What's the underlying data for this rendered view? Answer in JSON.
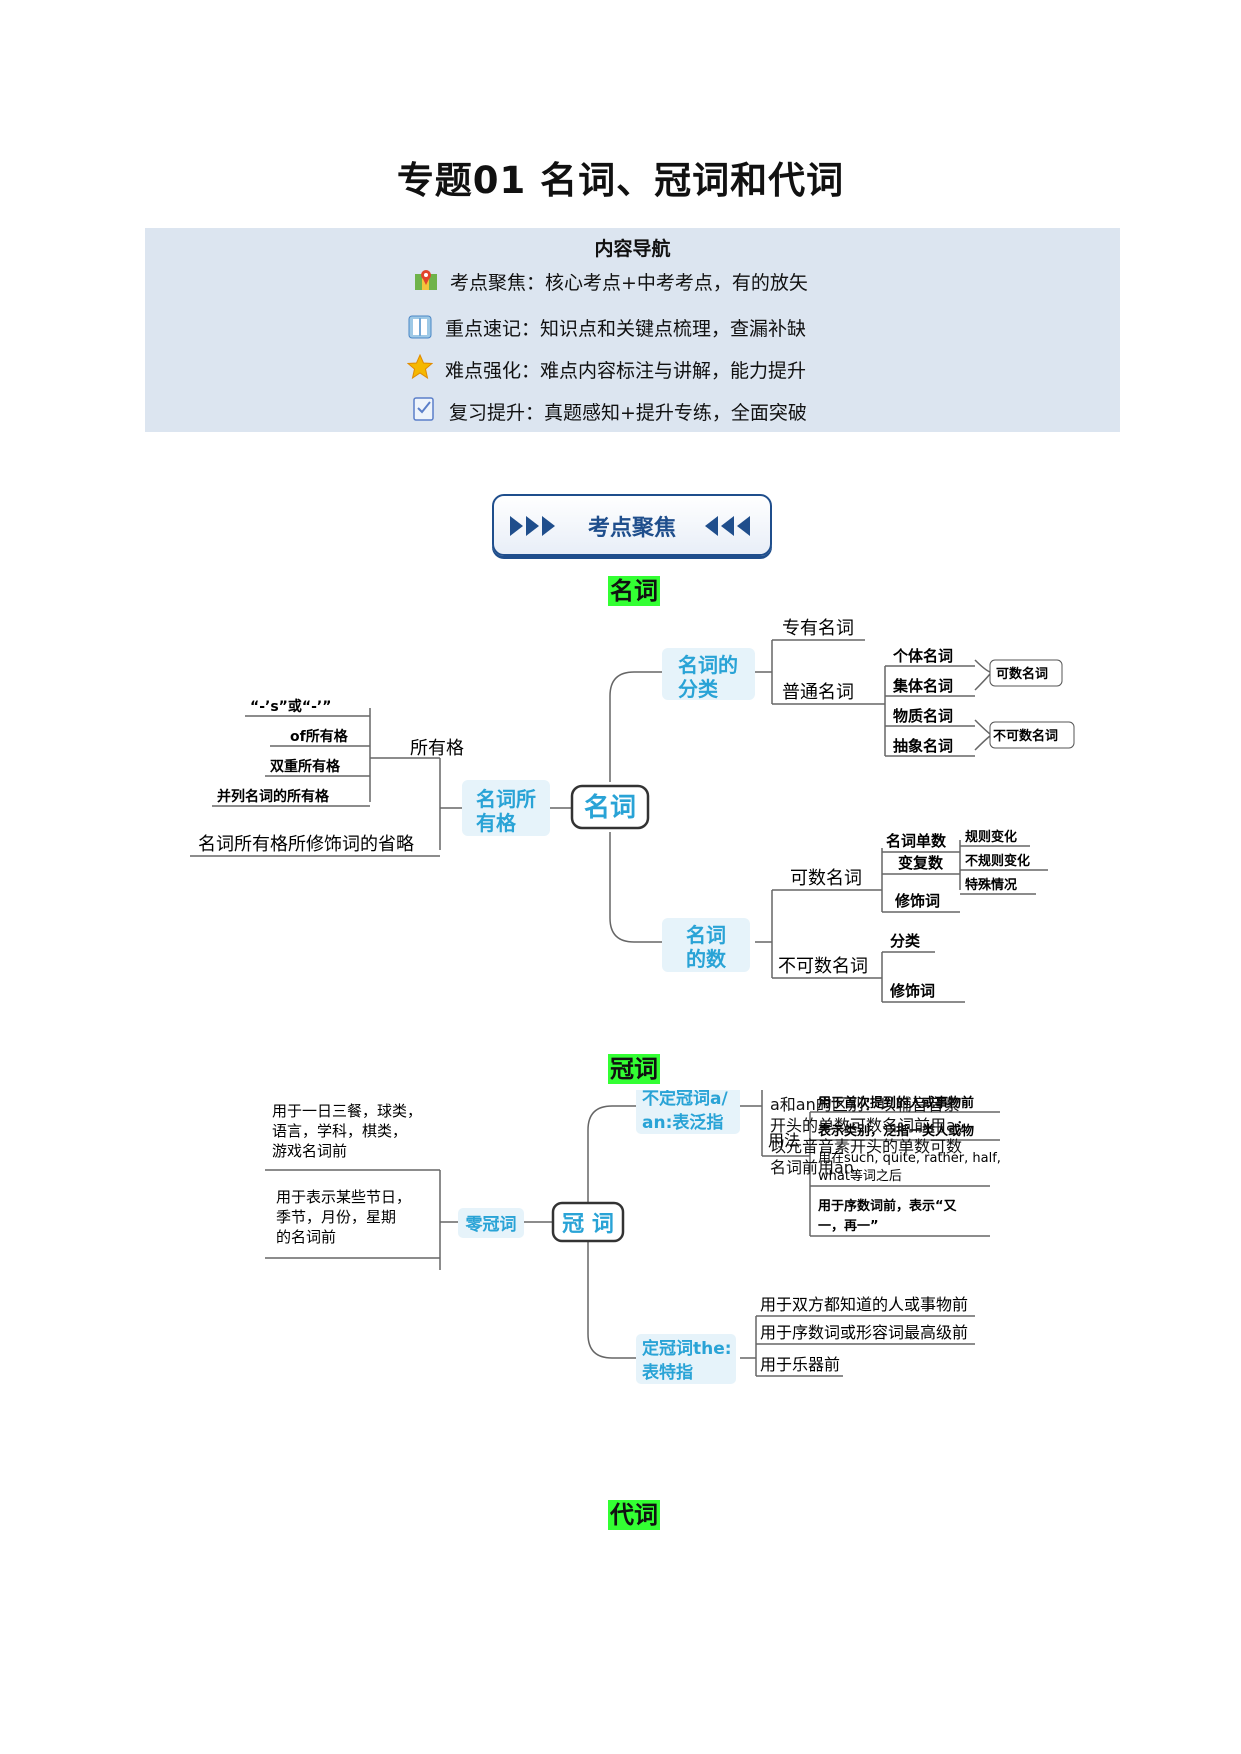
{
  "title": "专题01 名词、冠词和代词",
  "nav": {
    "heading": "内容导航",
    "items": [
      {
        "icon": "map-icon",
        "text": "考点聚焦：核心考点+中考考点，有的放矢"
      },
      {
        "icon": "book-icon",
        "text": "重点速记：知识点和关键点梳理，查漏补缺"
      },
      {
        "icon": "star-icon",
        "text": "难点强化：难点内容标注与讲解，能力提升"
      },
      {
        "icon": "checklist-icon",
        "text": "复习提升：真题感知+提升专练，全面突破"
      }
    ]
  },
  "banner": "考点聚焦",
  "sections": {
    "noun": "名词",
    "article": "冠词",
    "pronoun": "代词"
  },
  "noun_map": {
    "center": "名词",
    "possessive": {
      "label": [
        "名词所",
        "有格"
      ],
      "sub": "所有格",
      "items": [
        "“-’s”或“-’”",
        "of所有格",
        "双重所有格",
        "并列名词的所有格"
      ],
      "omission": "名词所有格所修饰词的省略"
    },
    "classification": {
      "label": [
        "名词的",
        "分类"
      ],
      "proper": "专有名词",
      "common": "普通名词",
      "common_items": [
        "个体名词",
        "集体名词",
        "物质名词",
        "抽象名词"
      ],
      "countable": "可数名词",
      "uncountable": "不可数名词"
    },
    "number": {
      "label": [
        "名词",
        "的数"
      ],
      "countable": "可数名词",
      "singular": "名词单数",
      "plural": "变复数",
      "plural_items": [
        "规则变化",
        "不规则变化",
        "特殊情况"
      ],
      "modifier": "修饰词",
      "uncountable": "不可数名词",
      "unc_items": [
        "分类",
        "修饰词"
      ]
    }
  },
  "article_map": {
    "center": "冠 词",
    "zero": {
      "label": "零冠词",
      "items": [
        [
          "用于一日三餐，球类，",
          "语言，学科，棋类，",
          "游戏名词前"
        ],
        [
          "用于表示某些节日，",
          "季节，月份，星期",
          "的名词前"
        ]
      ]
    },
    "indefinite": {
      "label": [
        "不定冠词a/",
        "an:表泛指"
      ],
      "diff": [
        "a和an的区别：以辅音音素",
        "开头的单数可数名词前用a；",
        "以元音音素开头的单数可数",
        "名词前用an"
      ],
      "usage": "用法",
      "usage_items": [
        [
          "用于首次提到的人或事物前"
        ],
        [
          "表示类别，泛指一类人或物"
        ],
        [
          "用在such, quite, rather, half,",
          "what等词之后"
        ],
        [
          "用于序数词前，表示“又",
          "一，再一”"
        ]
      ]
    },
    "definite": {
      "label": [
        "定冠词the:",
        "表特指"
      ],
      "items": [
        "用于双方都知道的人或事物前",
        "用于序数词或形容词最高级前",
        "用于乐器前"
      ]
    }
  }
}
